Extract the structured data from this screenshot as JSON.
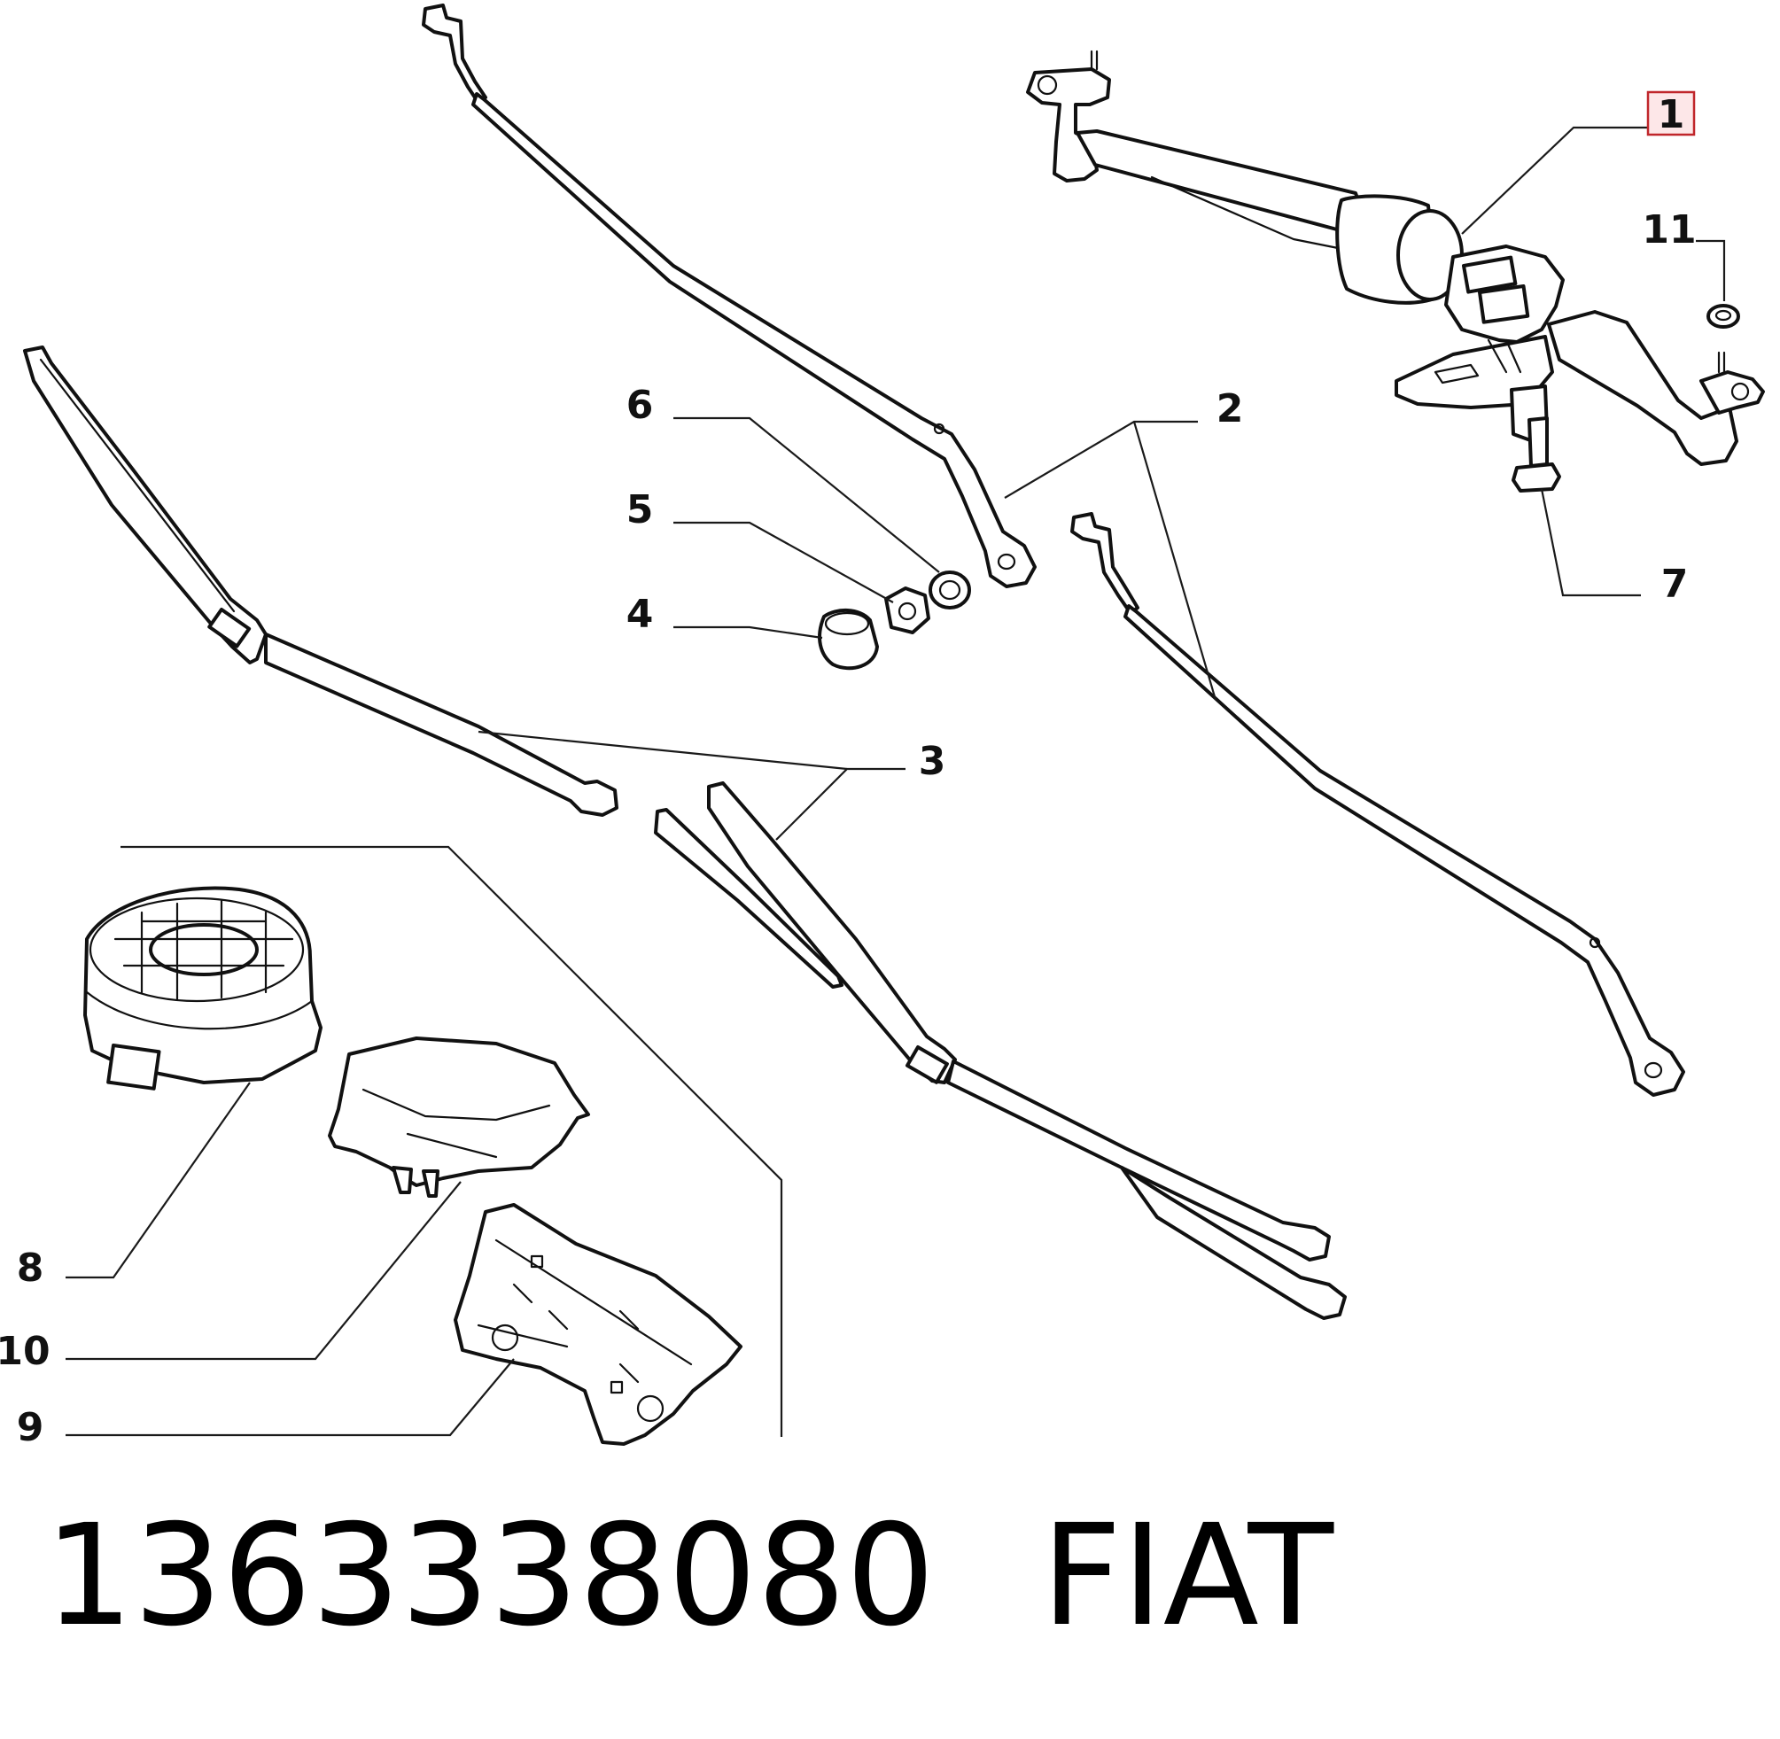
{
  "diagram": {
    "callouts": [
      {
        "id": "1",
        "label": "1",
        "highlighted": true
      },
      {
        "id": "2",
        "label": "2"
      },
      {
        "id": "3",
        "label": "3"
      },
      {
        "id": "4",
        "label": "4"
      },
      {
        "id": "5",
        "label": "5"
      },
      {
        "id": "6",
        "label": "6"
      },
      {
        "id": "7",
        "label": "7"
      },
      {
        "id": "8",
        "label": "8"
      },
      {
        "id": "9",
        "label": "9"
      },
      {
        "id": "10",
        "label": "10"
      },
      {
        "id": "11",
        "label": "11"
      }
    ],
    "highlight_color": "#c0262b",
    "highlight_fill": "#fde7e8"
  },
  "footer": {
    "part_number": "1363338080",
    "brand": "FIAT"
  }
}
